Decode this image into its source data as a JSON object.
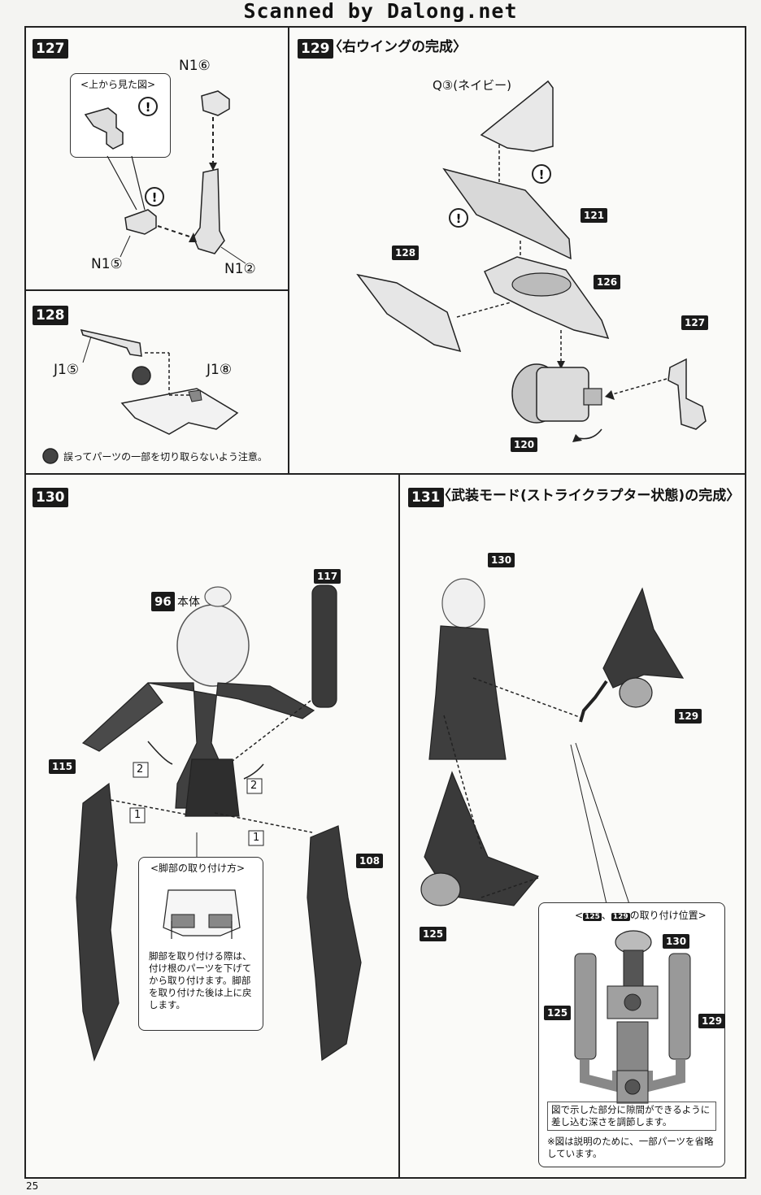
{
  "watermark": "Scanned by Dalong.net",
  "page_number": "25",
  "step127": {
    "num": "127",
    "callout_title": "<上から見た図>",
    "parts": {
      "n16": "N1⑥",
      "n15": "N1⑤",
      "n12": "N1②"
    }
  },
  "step128": {
    "num": "128",
    "parts": {
      "j15": "J1⑤",
      "j18": "J1⑧"
    },
    "caution": "誤ってパーツの一部を切り取らないよう注意。"
  },
  "step129": {
    "num": "129",
    "title": "〈右ウイングの完成〉",
    "part_q3": "Q③(ネイビー)",
    "refs": [
      "121",
      "128",
      "126",
      "127",
      "120"
    ]
  },
  "step130": {
    "num": "130",
    "body_ref": "96",
    "body_label": "本体",
    "refs": {
      "r117": "117",
      "r115": "115",
      "r108": "108"
    },
    "order": {
      "one": "1",
      "two": "2"
    },
    "callout_title": "<脚部の取り付け方>",
    "callout_note": "脚部を取り付ける際は、付け根のパーツを下げてから取り付けます。脚部を取り付けた後は上に戻します。"
  },
  "step131": {
    "num": "131",
    "title": "〈武装モード(ストライクラプター状態)の完成〉",
    "refs": {
      "r130": "130",
      "r129": "129",
      "r125": "125"
    },
    "callout_title_pre": "<",
    "callout_tag_a": "125",
    "callout_sep": "、",
    "callout_tag_b": "129",
    "callout_title_post": "の取り付け位置>",
    "callout_refs": {
      "r130": "130",
      "r125": "125",
      "r129": "129"
    },
    "callout_note": "図で示した部分に隙間ができるように差し込む深さを調節します。",
    "callout_footnote": "※図は説明のために、一部パーツを省略しています。"
  }
}
